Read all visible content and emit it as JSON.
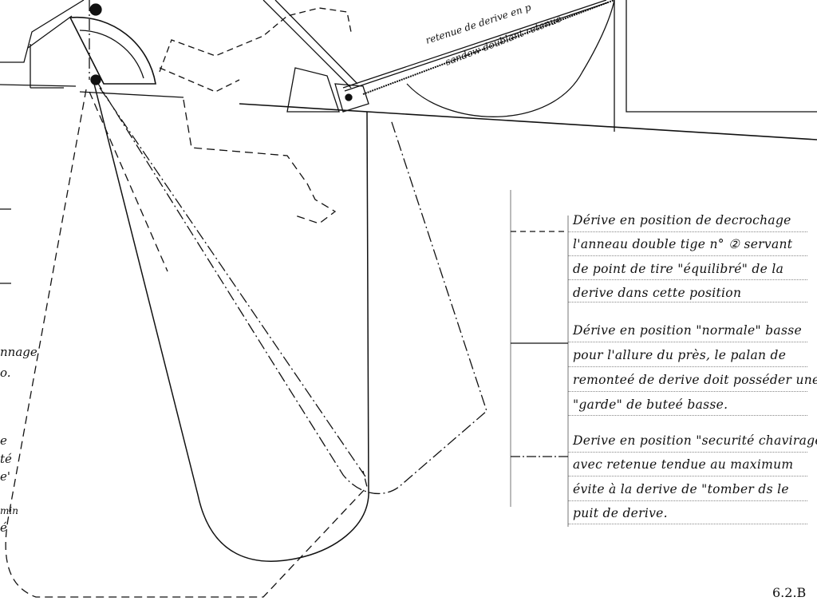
{
  "drawing": {
    "labels": {
      "retenue": "retenue de derive en p",
      "sandow": "sandow doublant retenue"
    },
    "left_fragments": [
      "nnage",
      "o.",
      "e",
      "té",
      "e'",
      "min",
      "é"
    ],
    "sheet_number": "6.2.B"
  },
  "legend": [
    {
      "line_style": "dashed",
      "lines": [
        "Dérive en position de decrochage",
        "l'anneau double tige n° ② servant",
        "de point de tire \"équilibré\" de la",
        "derive dans cette position"
      ]
    },
    {
      "line_style": "solid",
      "lines": [
        "Dérive en position \"normale\" basse",
        "pour l'allure du près, le palan de",
        "remonteé de derive doit posséder une",
        "\"garde\" de buteé basse."
      ]
    },
    {
      "line_style": "dash-dot",
      "lines": [
        "Derive en position \"securité chavirage\"",
        "avec retenue tendue au maximum",
        "évite à la derive de \"tomber ds le",
        "puit de derive."
      ]
    }
  ]
}
